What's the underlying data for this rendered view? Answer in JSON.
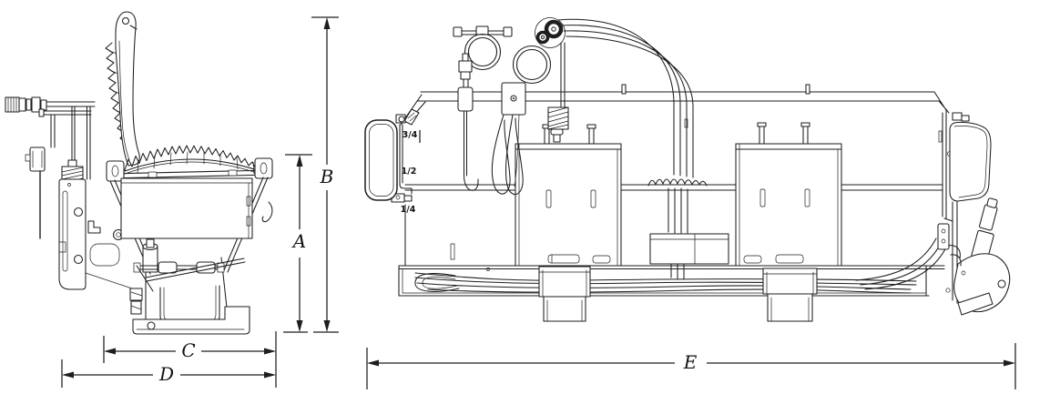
{
  "figure": {
    "background_color": "#ffffff",
    "line_color": "#1e1e1e"
  },
  "dimension_labels": {
    "a": "A",
    "b": "B",
    "c": "C",
    "d": "D",
    "e": "E"
  },
  "level_marks": {
    "three_quarters": "3/4",
    "one_half": "1/2",
    "one_quarter": "1/4"
  }
}
